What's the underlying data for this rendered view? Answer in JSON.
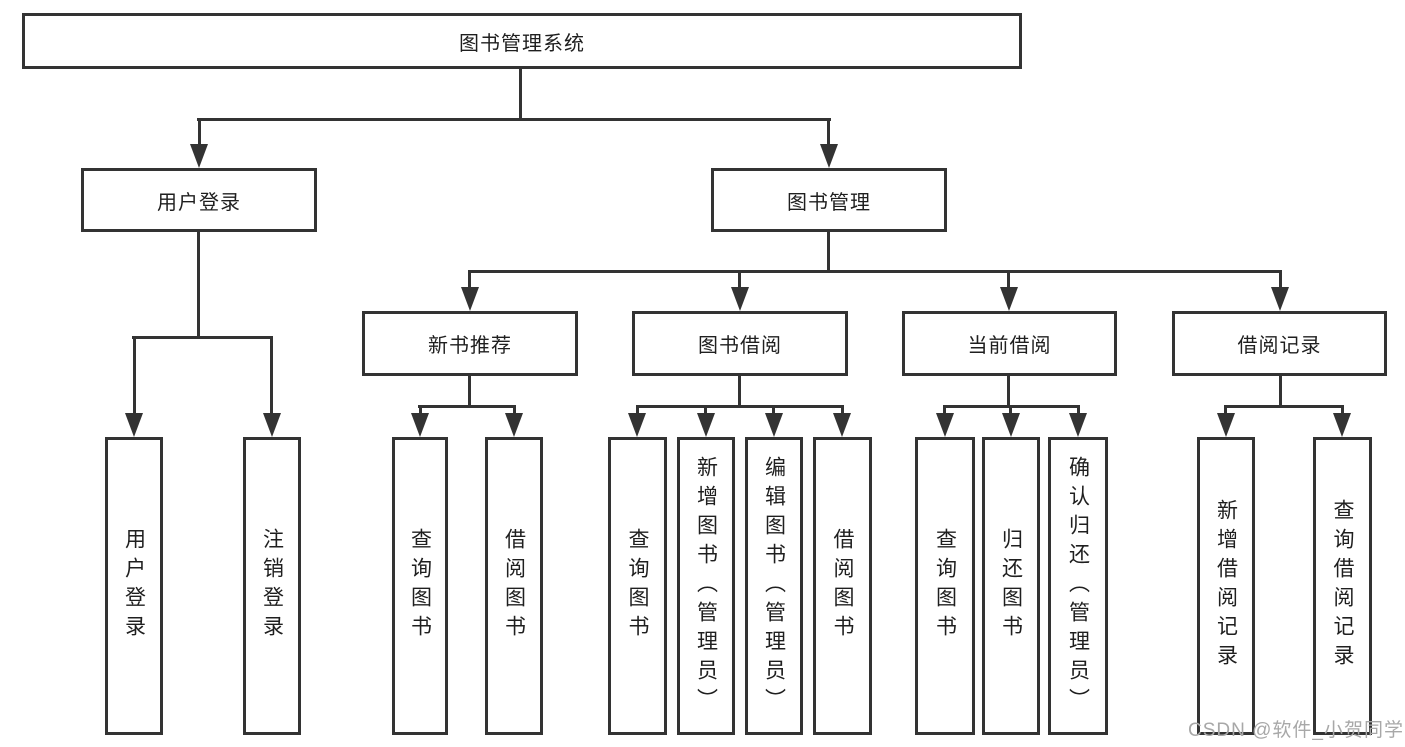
{
  "diagram": {
    "root": {
      "label": "图书管理系统"
    },
    "level2": [
      {
        "label": "用户登录"
      },
      {
        "label": "图书管理"
      }
    ],
    "level3": [
      {
        "label": "新书推荐"
      },
      {
        "label": "图书借阅"
      },
      {
        "label": "当前借阅"
      },
      {
        "label": "借阅记录"
      }
    ],
    "leaves": {
      "user_login": [
        "用户登录",
        "注销登录"
      ],
      "new_book": [
        "查询图书",
        "借阅图书"
      ],
      "book_borrow": [
        "查询图书",
        "新增图书（管理员）",
        "编辑图书（管理员）",
        "借阅图书"
      ],
      "current_borrow": [
        "查询图书",
        "归还图书",
        "确认归还（管理员）"
      ],
      "borrow_record": [
        "新增借阅记录",
        "查询借阅记录"
      ]
    }
  },
  "watermark": {
    "text": "CSDN @软件_小贺同学"
  },
  "colors": {
    "line": "#333333",
    "text": "#1f1f1f",
    "watermark": "#a8a8a8",
    "background": "#ffffff"
  }
}
